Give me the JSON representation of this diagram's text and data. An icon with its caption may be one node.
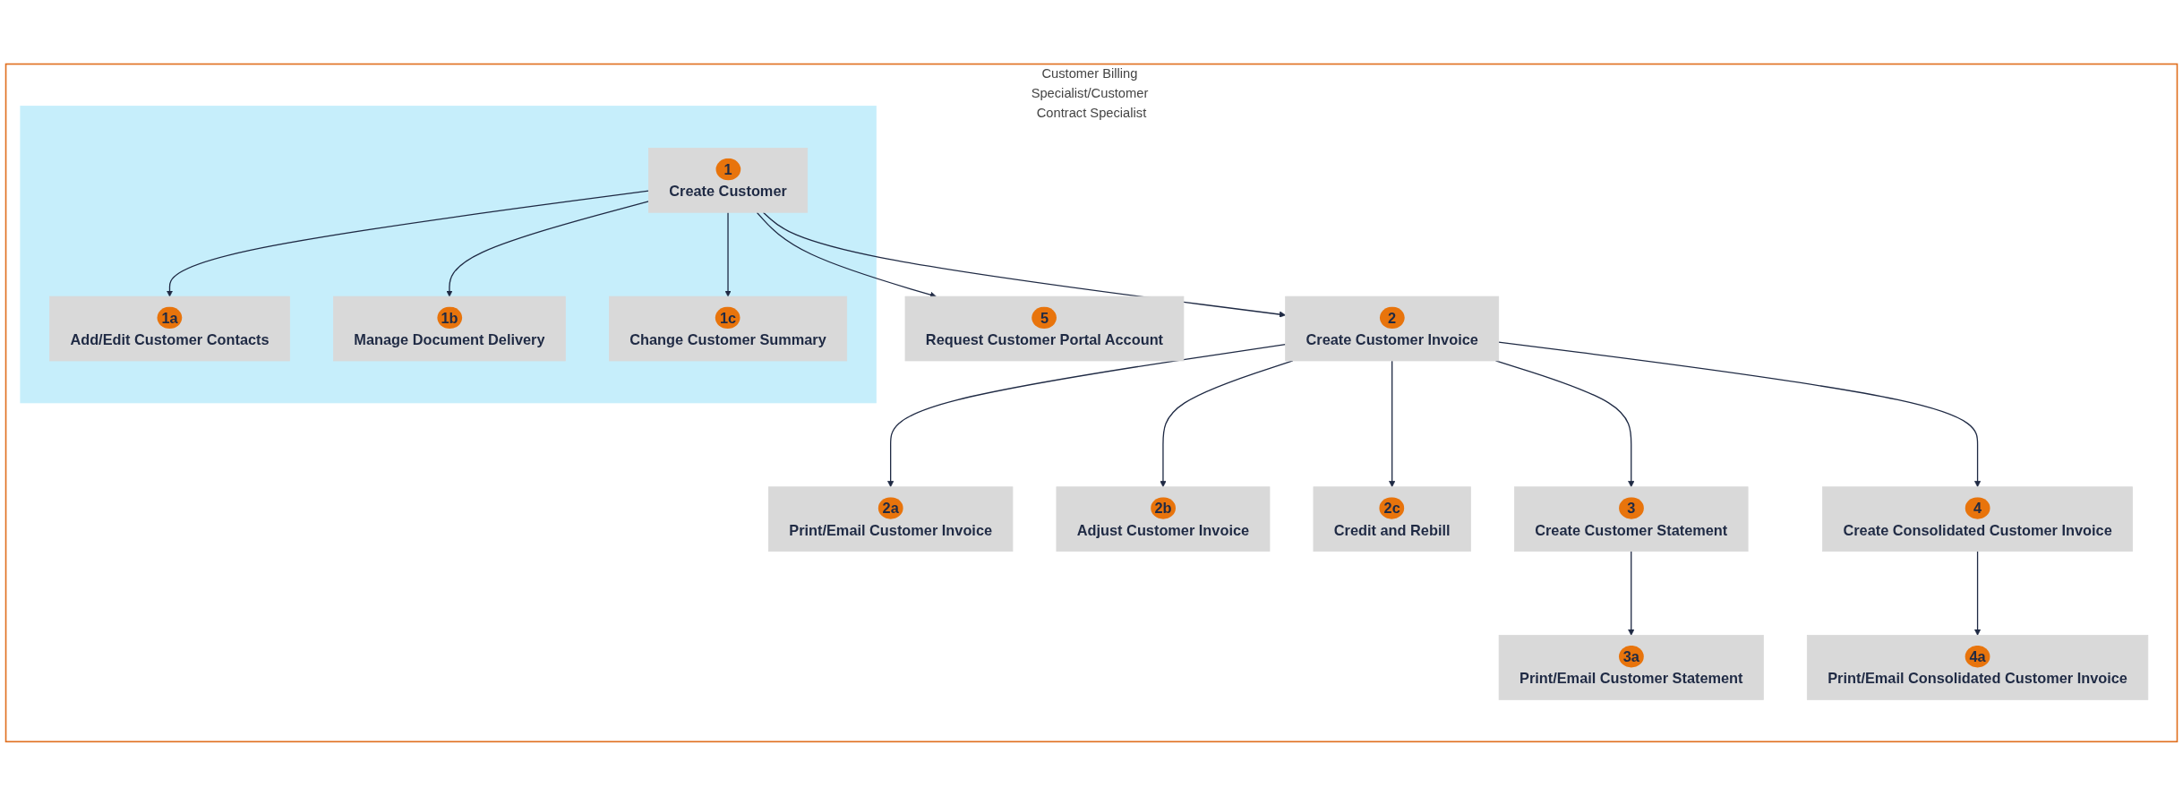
{
  "diagram": {
    "nodes": [
      {
        "text": [
          "Customer Billing Specialist/Customer Contract Specialist"
        ]
      },
      {
        "text": [
          "5",
          "Request Customer Portal Account"
        ],
        "in": 0
      },
      {
        "text": [
          "2a",
          "Print/Email Customer Invoice"
        ],
        "in": 0
      },
      {
        "text": [
          "2b",
          "Adjust Customer Invoice"
        ],
        "in": 0
      },
      {
        "text": [
          "2c",
          "Credit and Rebill"
        ],
        "in": 0
      },
      {
        "text": [
          "3a",
          "Print/Email Customer Statement"
        ],
        "in": 0
      },
      {
        "text": [],
        "shape": "box",
        "in": 0
      },
      {
        "text": [
          "1",
          "Create Customer"
        ],
        "in": 6
      },
      {
        "text": [
          "2",
          "Create Customer Invoice"
        ],
        "in": 0
      },
      {
        "text": [
          "3",
          "Create Customer Statement"
        ],
        "in": 0
      },
      {
        "text": [
          "4",
          "Create Consolidated Customer Invoice"
        ],
        "in": 0
      },
      {
        "text": [
          "1a",
          "Add/Edit Customer Contacts"
        ],
        "in": 6
      },
      {
        "text": [
          "1b",
          "Manage Document Delivery"
        ],
        "in": 6
      },
      {
        "text": [
          "1c",
          "Change Customer Summary"
        ],
        "in": 6
      },
      {
        "text": [
          "4a",
          "Print/Email Consolidated Customer Invoice"
        ],
        "in": 0
      }
    ],
    "edges": [
      {
        "from": 7,
        "to": 1,
        "arrow": "to"
      },
      {
        "from": 7,
        "to": 11,
        "arrow": "to"
      },
      {
        "from": 7,
        "to": 12,
        "arrow": "to"
      },
      {
        "from": 7,
        "to": 13,
        "arrow": "to"
      },
      {
        "from": 7,
        "to": 8,
        "arrow": "to"
      },
      {
        "from": 8,
        "to": 2,
        "arrow": "to"
      },
      {
        "from": 8,
        "to": 3,
        "arrow": "to"
      },
      {
        "from": 8,
        "to": 4,
        "arrow": "to"
      },
      {
        "from": 8,
        "to": 9,
        "arrow": "to"
      },
      {
        "from": 8,
        "to": 10,
        "arrow": "to"
      },
      {
        "from": 9,
        "to": 5,
        "arrow": "to"
      },
      {
        "from": 10,
        "to": 14,
        "arrow": "to"
      }
    ]
  }
}
